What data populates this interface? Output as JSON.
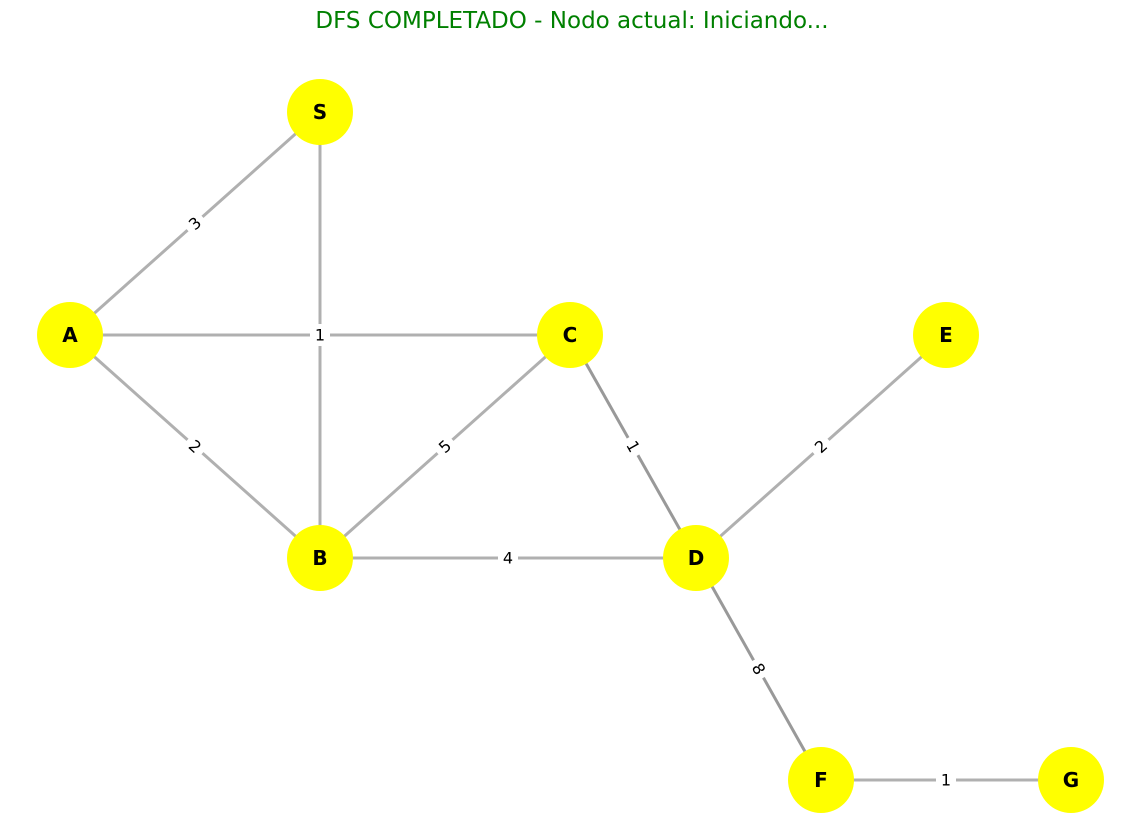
{
  "title": {
    "text": "DFS COMPLETADO - Nodo actual: Iniciando...",
    "color": "#008000"
  },
  "colors": {
    "node_fill": "#ffff00",
    "edge": "#b0b0b0",
    "edge_traversed": "#999999",
    "label_background": "#ffffff"
  },
  "graph": {
    "nodes": [
      {
        "id": "S",
        "label": "S"
      },
      {
        "id": "A",
        "label": "A"
      },
      {
        "id": "C",
        "label": "C"
      },
      {
        "id": "E",
        "label": "E"
      },
      {
        "id": "B",
        "label": "B"
      },
      {
        "id": "D",
        "label": "D"
      },
      {
        "id": "F",
        "label": "F"
      },
      {
        "id": "G",
        "label": "G"
      }
    ],
    "edges": [
      {
        "from": "S",
        "to": "A",
        "weight": "3",
        "traversed": false
      },
      {
        "from": "S",
        "to": "B",
        "weight": "",
        "traversed": false
      },
      {
        "from": "A",
        "to": "C",
        "weight": "1",
        "traversed": false
      },
      {
        "from": "A",
        "to": "B",
        "weight": "2",
        "traversed": false
      },
      {
        "from": "B",
        "to": "C",
        "weight": "5",
        "traversed": false
      },
      {
        "from": "C",
        "to": "D",
        "weight": "1",
        "traversed": true
      },
      {
        "from": "B",
        "to": "D",
        "weight": "4",
        "traversed": false
      },
      {
        "from": "D",
        "to": "E",
        "weight": "2",
        "traversed": false
      },
      {
        "from": "D",
        "to": "F",
        "weight": "8",
        "traversed": true
      },
      {
        "from": "F",
        "to": "G",
        "weight": "1",
        "traversed": false
      }
    ]
  }
}
